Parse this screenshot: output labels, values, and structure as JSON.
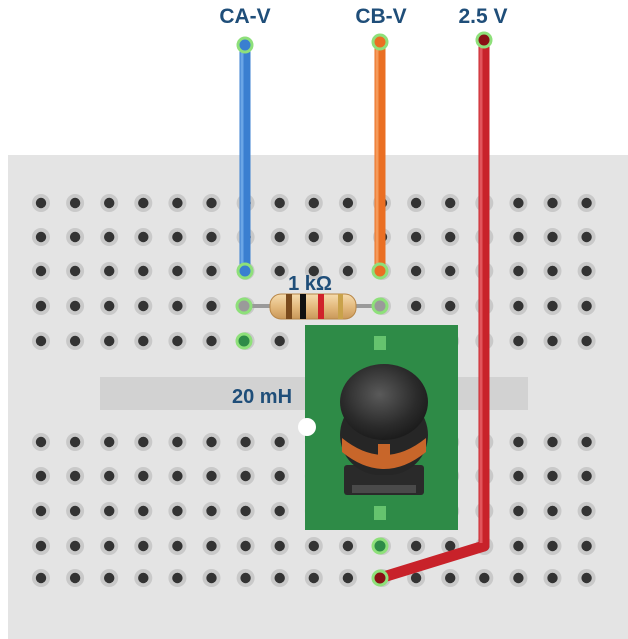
{
  "labels": {
    "ca_v": "CA-V",
    "cb_v": "CB-V",
    "supply": "2.5 V",
    "resistor": "1 kΩ",
    "inductor": "20 mH"
  },
  "colors": {
    "board": "#e4e4e4",
    "hole": "#333333",
    "hole_ring": "#c9c9c9",
    "pcb": "#2e8b47",
    "wire_ca": "#3a7fd0",
    "wire_cb": "#ea6f23",
    "wire_supply": "#c8222a",
    "pin_glow": "#8ee07a",
    "label_text": "#1f4e79"
  }
}
